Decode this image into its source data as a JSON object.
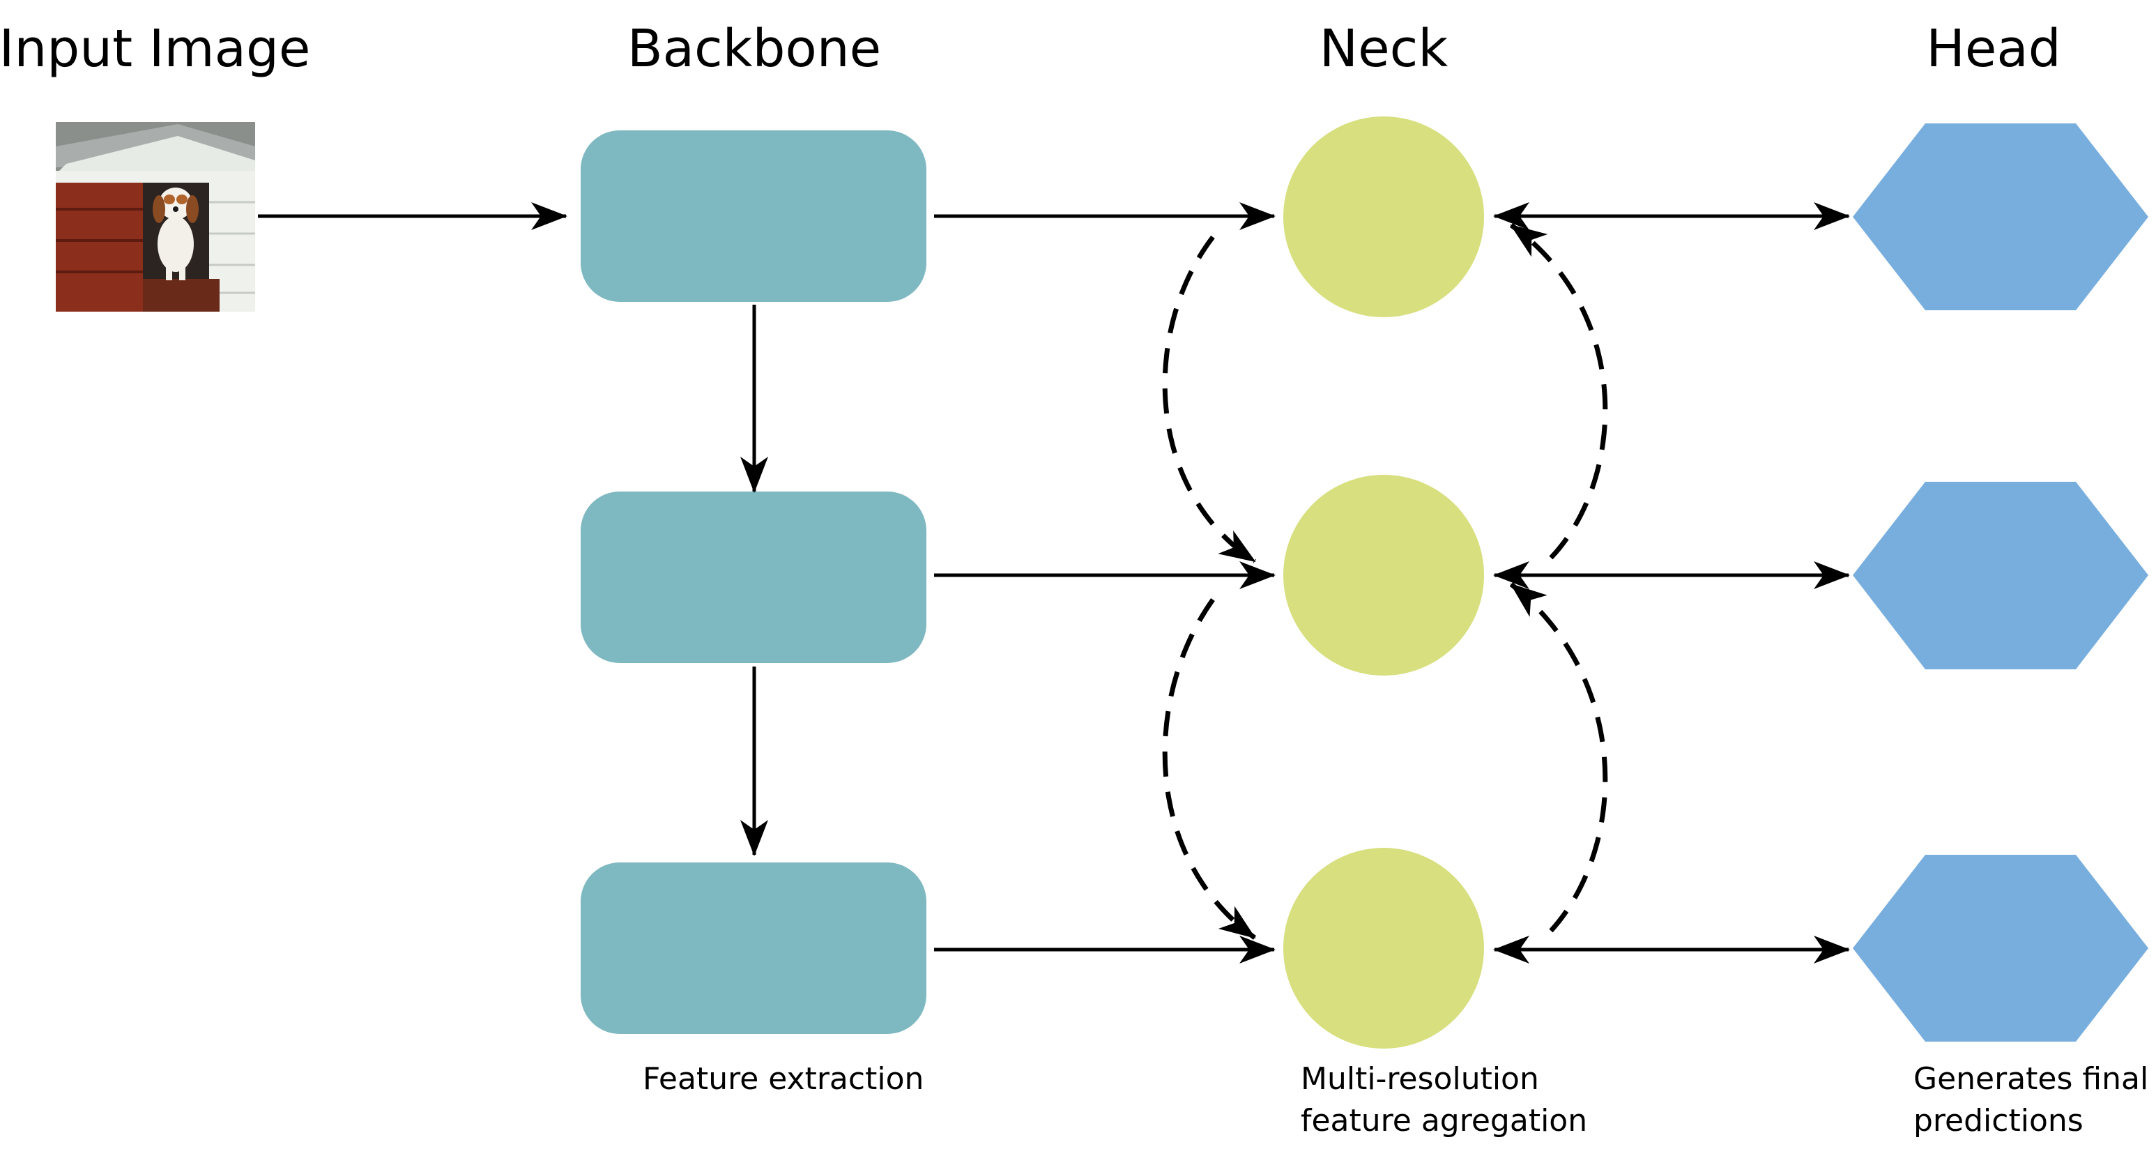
{
  "columns": {
    "input": {
      "title": "Input Image"
    },
    "backbone": {
      "title": "Backbone",
      "caption": "Feature extraction"
    },
    "neck": {
      "title": "Neck",
      "caption_line1": "Multi-resolution",
      "caption_line2": "feature agregation"
    },
    "head": {
      "title": "Head",
      "caption_line1": "Generates final",
      "caption_line2": "predictions"
    }
  },
  "colors": {
    "backbone_box": "#7eb8c0",
    "neck_circle": "#d7df7e",
    "head_hexagon": "#78aedd",
    "arrow": "#000000"
  },
  "icons": {
    "input_image": "dog-in-doghouse-photo"
  }
}
